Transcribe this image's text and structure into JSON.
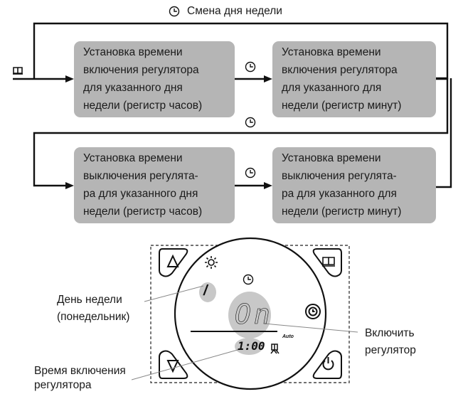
{
  "flow": {
    "top_caption": "Смена дня недели",
    "boxes": [
      {
        "lines": [
          "Установка времени",
          "включения регулятора",
          "для указанного дня",
          "недели (регистр часов)"
        ]
      },
      {
        "lines": [
          "Установка времени",
          "включения регулятора",
          "для указанного для",
          "недели (регистр минут)"
        ]
      },
      {
        "lines": [
          "Установка времени",
          "выключения регулята-",
          "ра  для указанного дня",
          "недели (регистр часов)"
        ]
      },
      {
        "lines": [
          "Установка времени",
          "выключения регулята-",
          "ра  для указанного для",
          "недели (регистр минут)"
        ]
      }
    ]
  },
  "device": {
    "display_digits": "On",
    "display_time": "1:00",
    "auto_label": "Auto",
    "day_indicator": "/"
  },
  "callouts": {
    "day_label_line1": "День недели",
    "day_label_line2": "(понедельник)",
    "enable_line1": "Включить",
    "enable_line2": "регулятор",
    "time_line1": "Время включения",
    "time_line2": "регулятора"
  },
  "icons": [
    "clock-icon",
    "book-icon",
    "sun-icon",
    "up-triangle-icon",
    "down-triangle-icon",
    "power-icon",
    "timer-icon",
    "program-icon"
  ],
  "colors": {
    "box_fill": "#b5b5b5",
    "line": "#111111",
    "highlight": "#c8c8c8"
  }
}
